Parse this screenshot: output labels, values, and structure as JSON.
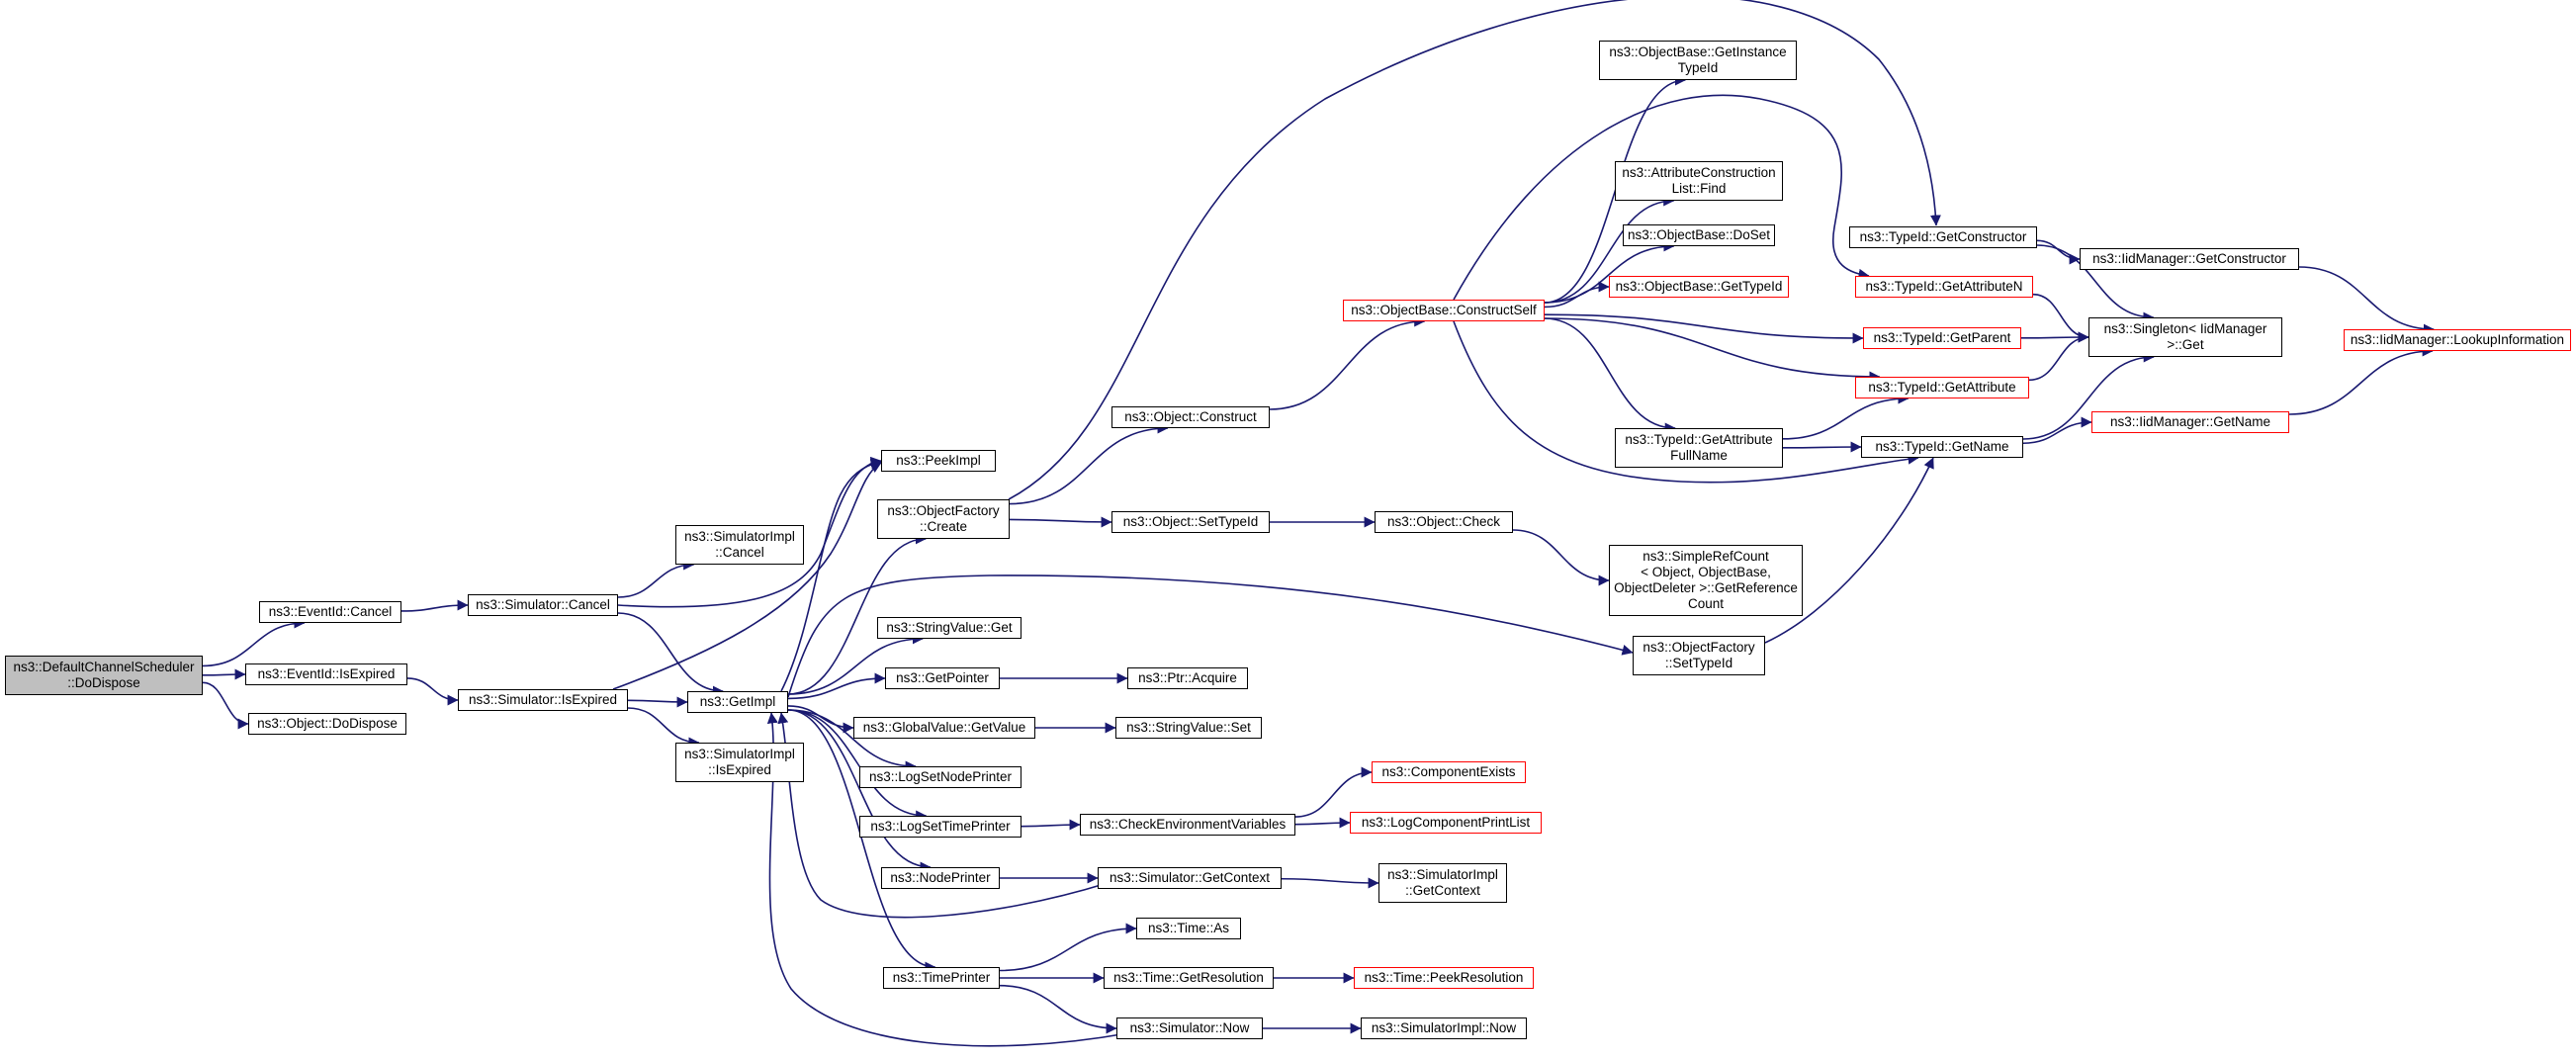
{
  "graph": {
    "colors": {
      "edge": "#191970",
      "border": "#000000",
      "incomplete_border": "#ff0000",
      "root_fill": "#bfbfbf",
      "node_fill": "#ffffff"
    },
    "nodes": [
      {
        "id": "root",
        "lines": [
          "ns3::DefaultChannelScheduler",
          "::DoDispose"
        ],
        "style": "root"
      },
      {
        "id": "eventid_cancel",
        "lines": [
          "ns3::EventId::Cancel"
        ],
        "style": "normal"
      },
      {
        "id": "eventid_isexpired",
        "lines": [
          "ns3::EventId::IsExpired"
        ],
        "style": "normal"
      },
      {
        "id": "object_dodispose",
        "lines": [
          "ns3::Object::DoDispose"
        ],
        "style": "normal"
      },
      {
        "id": "simulator_cancel",
        "lines": [
          "ns3::Simulator::Cancel"
        ],
        "style": "normal"
      },
      {
        "id": "simulator_isexpired",
        "lines": [
          "ns3::Simulator::IsExpired"
        ],
        "style": "normal"
      },
      {
        "id": "simimpl_cancel",
        "lines": [
          "ns3::SimulatorImpl",
          "::Cancel"
        ],
        "style": "normal"
      },
      {
        "id": "getimpl",
        "lines": [
          "ns3::GetImpl"
        ],
        "style": "normal"
      },
      {
        "id": "simimpl_isexpired",
        "lines": [
          "ns3::SimulatorImpl",
          "::IsExpired"
        ],
        "style": "normal"
      },
      {
        "id": "peekimpl",
        "lines": [
          "ns3::PeekImpl"
        ],
        "style": "normal"
      },
      {
        "id": "objfactory_create",
        "lines": [
          "ns3::ObjectFactory",
          "::Create"
        ],
        "style": "normal"
      },
      {
        "id": "stringvalue_get",
        "lines": [
          "ns3::StringValue::Get"
        ],
        "style": "normal"
      },
      {
        "id": "getpointer",
        "lines": [
          "ns3::GetPointer"
        ],
        "style": "normal"
      },
      {
        "id": "globalvalue_getvalue",
        "lines": [
          "ns3::GlobalValue::GetValue"
        ],
        "style": "normal"
      },
      {
        "id": "logsetnodeprinter",
        "lines": [
          "ns3::LogSetNodePrinter"
        ],
        "style": "normal"
      },
      {
        "id": "logsettimeprinter",
        "lines": [
          "ns3::LogSetTimePrinter"
        ],
        "style": "normal"
      },
      {
        "id": "nodeprinter",
        "lines": [
          "ns3::NodePrinter"
        ],
        "style": "normal"
      },
      {
        "id": "timeprinter",
        "lines": [
          "ns3::TimePrinter"
        ],
        "style": "normal"
      },
      {
        "id": "object_construct",
        "lines": [
          "ns3::Object::Construct"
        ],
        "style": "normal"
      },
      {
        "id": "object_settypeid",
        "lines": [
          "ns3::Object::SetTypeId"
        ],
        "style": "normal"
      },
      {
        "id": "ptr_acquire",
        "lines": [
          "ns3::Ptr::Acquire"
        ],
        "style": "normal"
      },
      {
        "id": "stringvalue_set",
        "lines": [
          "ns3::StringValue::Set"
        ],
        "style": "normal"
      },
      {
        "id": "checkenv",
        "lines": [
          "ns3::CheckEnvironmentVariables"
        ],
        "style": "normal"
      },
      {
        "id": "sim_getcontext",
        "lines": [
          "ns3::Simulator::GetContext"
        ],
        "style": "normal"
      },
      {
        "id": "time_as",
        "lines": [
          "ns3::Time::As"
        ],
        "style": "normal"
      },
      {
        "id": "time_getresolution",
        "lines": [
          "ns3::Time::GetResolution"
        ],
        "style": "normal"
      },
      {
        "id": "sim_now",
        "lines": [
          "ns3::Simulator::Now"
        ],
        "style": "normal"
      },
      {
        "id": "objbase_constructself",
        "lines": [
          "ns3::ObjectBase::ConstructSelf"
        ],
        "style": "incomplete"
      },
      {
        "id": "object_check",
        "lines": [
          "ns3::Object::Check"
        ],
        "style": "normal"
      },
      {
        "id": "componentexists",
        "lines": [
          "ns3::ComponentExists"
        ],
        "style": "incomplete"
      },
      {
        "id": "logcomponentprintlist",
        "lines": [
          "ns3::LogComponentPrintList"
        ],
        "style": "incomplete"
      },
      {
        "id": "simimpl_getcontext",
        "lines": [
          "ns3::SimulatorImpl",
          "::GetContext"
        ],
        "style": "normal"
      },
      {
        "id": "time_peekresolution",
        "lines": [
          "ns3::Time::PeekResolution"
        ],
        "style": "incomplete"
      },
      {
        "id": "simimpl_now",
        "lines": [
          "ns3::SimulatorImpl::Now"
        ],
        "style": "normal"
      },
      {
        "id": "objbase_getinstancetypeid",
        "lines": [
          "ns3::ObjectBase::GetInstance",
          "TypeId"
        ],
        "style": "normal"
      },
      {
        "id": "attrconstr_find",
        "lines": [
          "ns3::AttributeConstruction",
          "List::Find"
        ],
        "style": "normal"
      },
      {
        "id": "objbase_doset",
        "lines": [
          "ns3::ObjectBase::DoSet"
        ],
        "style": "normal"
      },
      {
        "id": "objbase_gettypeid",
        "lines": [
          "ns3::ObjectBase::GetTypeId"
        ],
        "style": "incomplete"
      },
      {
        "id": "typeid_getattrfullname",
        "lines": [
          "ns3::TypeId::GetAttribute",
          "FullName"
        ],
        "style": "normal"
      },
      {
        "id": "simplerefcount",
        "lines": [
          "ns3::SimpleRefCount",
          "< Object, ObjectBase,",
          "ObjectDeleter >::GetReference",
          "Count"
        ],
        "style": "normal"
      },
      {
        "id": "objfactory_settypeid",
        "lines": [
          "ns3::ObjectFactory",
          "::SetTypeId"
        ],
        "style": "normal"
      },
      {
        "id": "typeid_getconstructor",
        "lines": [
          "ns3::TypeId::GetConstructor"
        ],
        "style": "normal"
      },
      {
        "id": "typeid_getattributen",
        "lines": [
          "ns3::TypeId::GetAttributeN"
        ],
        "style": "incomplete"
      },
      {
        "id": "typeid_getparent",
        "lines": [
          "ns3::TypeId::GetParent"
        ],
        "style": "incomplete"
      },
      {
        "id": "typeid_getattribute",
        "lines": [
          "ns3::TypeId::GetAttribute"
        ],
        "style": "incomplete"
      },
      {
        "id": "typeid_getname",
        "lines": [
          "ns3::TypeId::GetName"
        ],
        "style": "normal"
      },
      {
        "id": "iidmanager_getconstructor",
        "lines": [
          "ns3::IidManager::GetConstructor"
        ],
        "style": "normal"
      },
      {
        "id": "singleton_get",
        "lines": [
          "ns3::Singleton< IidManager",
          ">::Get"
        ],
        "style": "normal"
      },
      {
        "id": "iidmanager_getname",
        "lines": [
          "ns3::IidManager::GetName"
        ],
        "style": "incomplete"
      },
      {
        "id": "iidmanager_lookupinfo",
        "lines": [
          "ns3::IidManager::LookupInformation"
        ],
        "style": "incomplete"
      }
    ],
    "edges": [
      [
        "root",
        "eventid_cancel"
      ],
      [
        "root",
        "eventid_isexpired"
      ],
      [
        "root",
        "object_dodispose"
      ],
      [
        "eventid_cancel",
        "simulator_cancel"
      ],
      [
        "eventid_isexpired",
        "simulator_isexpired"
      ],
      [
        "simulator_cancel",
        "simimpl_cancel"
      ],
      [
        "simulator_cancel",
        "getimpl"
      ],
      [
        "simulator_cancel",
        "peekimpl"
      ],
      [
        "simulator_isexpired",
        "getimpl"
      ],
      [
        "simulator_isexpired",
        "simimpl_isexpired"
      ],
      [
        "simulator_isexpired",
        "peekimpl"
      ],
      [
        "getimpl",
        "peekimpl"
      ],
      [
        "getimpl",
        "objfactory_create"
      ],
      [
        "getimpl",
        "stringvalue_get"
      ],
      [
        "getimpl",
        "getpointer"
      ],
      [
        "getimpl",
        "globalvalue_getvalue"
      ],
      [
        "getimpl",
        "logsetnodeprinter"
      ],
      [
        "getimpl",
        "logsettimeprinter"
      ],
      [
        "getimpl",
        "nodeprinter"
      ],
      [
        "getimpl",
        "timeprinter"
      ],
      [
        "getimpl",
        "objfactory_settypeid"
      ],
      [
        "objfactory_create",
        "object_construct"
      ],
      [
        "objfactory_create",
        "object_settypeid"
      ],
      [
        "objfactory_create",
        "typeid_getconstructor"
      ],
      [
        "getpointer",
        "ptr_acquire"
      ],
      [
        "globalvalue_getvalue",
        "stringvalue_set"
      ],
      [
        "logsettimeprinter",
        "checkenv"
      ],
      [
        "nodeprinter",
        "sim_getcontext"
      ],
      [
        "timeprinter",
        "time_as"
      ],
      [
        "timeprinter",
        "time_getresolution"
      ],
      [
        "timeprinter",
        "sim_now"
      ],
      [
        "object_construct",
        "objbase_constructself"
      ],
      [
        "object_settypeid",
        "object_check"
      ],
      [
        "checkenv",
        "componentexists"
      ],
      [
        "checkenv",
        "logcomponentprintlist"
      ],
      [
        "sim_getcontext",
        "simimpl_getcontext"
      ],
      [
        "sim_getcontext",
        "getimpl"
      ],
      [
        "time_getresolution",
        "time_peekresolution"
      ],
      [
        "sim_now",
        "simimpl_now"
      ],
      [
        "sim_now",
        "getimpl"
      ],
      [
        "objbase_constructself",
        "objbase_getinstancetypeid"
      ],
      [
        "objbase_constructself",
        "attrconstr_find"
      ],
      [
        "objbase_constructself",
        "objbase_doset"
      ],
      [
        "objbase_constructself",
        "objbase_gettypeid"
      ],
      [
        "objbase_constructself",
        "typeid_getattrfullname"
      ],
      [
        "objbase_constructself",
        "typeid_getparent"
      ],
      [
        "objbase_constructself",
        "typeid_getattribute"
      ],
      [
        "objbase_constructself",
        "typeid_getattributen"
      ],
      [
        "objbase_constructself",
        "typeid_getname"
      ],
      [
        "object_check",
        "simplerefcount"
      ],
      [
        "objfactory_settypeid",
        "typeid_getname"
      ],
      [
        "typeid_getconstructor",
        "iidmanager_getconstructor"
      ],
      [
        "typeid_getconstructor",
        "singleton_get"
      ],
      [
        "typeid_getattributen",
        "singleton_get"
      ],
      [
        "typeid_getparent",
        "singleton_get"
      ],
      [
        "typeid_getattribute",
        "singleton_get"
      ],
      [
        "typeid_getattrfullname",
        "typeid_getattribute"
      ],
      [
        "typeid_getattrfullname",
        "typeid_getname"
      ],
      [
        "typeid_getname",
        "singleton_get"
      ],
      [
        "typeid_getname",
        "iidmanager_getname"
      ],
      [
        "iidmanager_getconstructor",
        "iidmanager_lookupinfo"
      ],
      [
        "iidmanager_getname",
        "iidmanager_lookupinfo"
      ]
    ]
  }
}
